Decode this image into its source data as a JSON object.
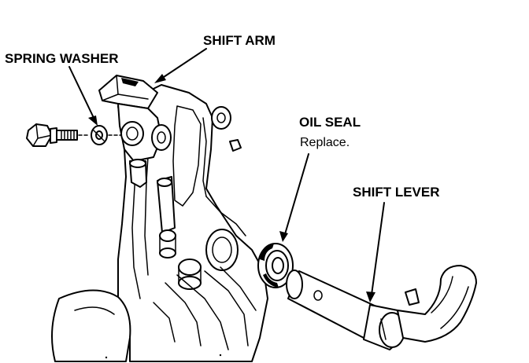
{
  "labels": {
    "spring_washer": "SPRING WASHER",
    "shift_arm": "SHIFT ARM",
    "oil_seal": "OIL SEAL",
    "oil_seal_note": "Replace.",
    "shift_lever": "SHIFT LEVER"
  }
}
